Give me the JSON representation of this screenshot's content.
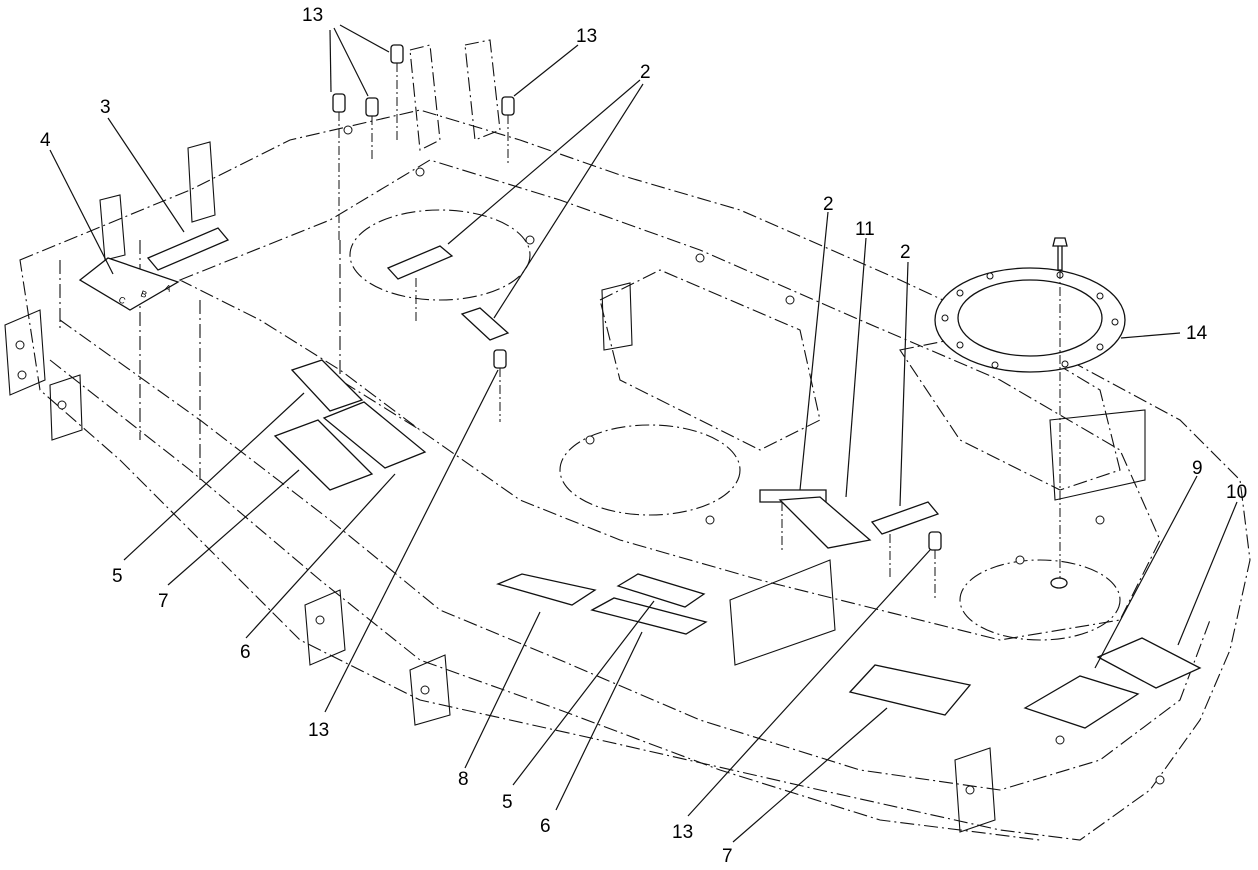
{
  "callouts": [
    {
      "id": "c13a",
      "label": "13"
    },
    {
      "id": "c13b",
      "label": "13"
    },
    {
      "id": "c2a",
      "label": "2"
    },
    {
      "id": "c3",
      "label": "3"
    },
    {
      "id": "c4",
      "label": "4"
    },
    {
      "id": "c2b",
      "label": "2"
    },
    {
      "id": "c11",
      "label": "11"
    },
    {
      "id": "c2c",
      "label": "2"
    },
    {
      "id": "c14",
      "label": "14"
    },
    {
      "id": "c9",
      "label": "9"
    },
    {
      "id": "c10",
      "label": "10"
    },
    {
      "id": "c5a",
      "label": "5"
    },
    {
      "id": "c7a",
      "label": "7"
    },
    {
      "id": "c6a",
      "label": "6"
    },
    {
      "id": "c13c",
      "label": "13"
    },
    {
      "id": "c8",
      "label": "8"
    },
    {
      "id": "c5b",
      "label": "5"
    },
    {
      "id": "c6b",
      "label": "6"
    },
    {
      "id": "c13d",
      "label": "13"
    },
    {
      "id": "c7b",
      "label": "7"
    }
  ],
  "bracket_letters": [
    "A",
    "B",
    "C"
  ]
}
